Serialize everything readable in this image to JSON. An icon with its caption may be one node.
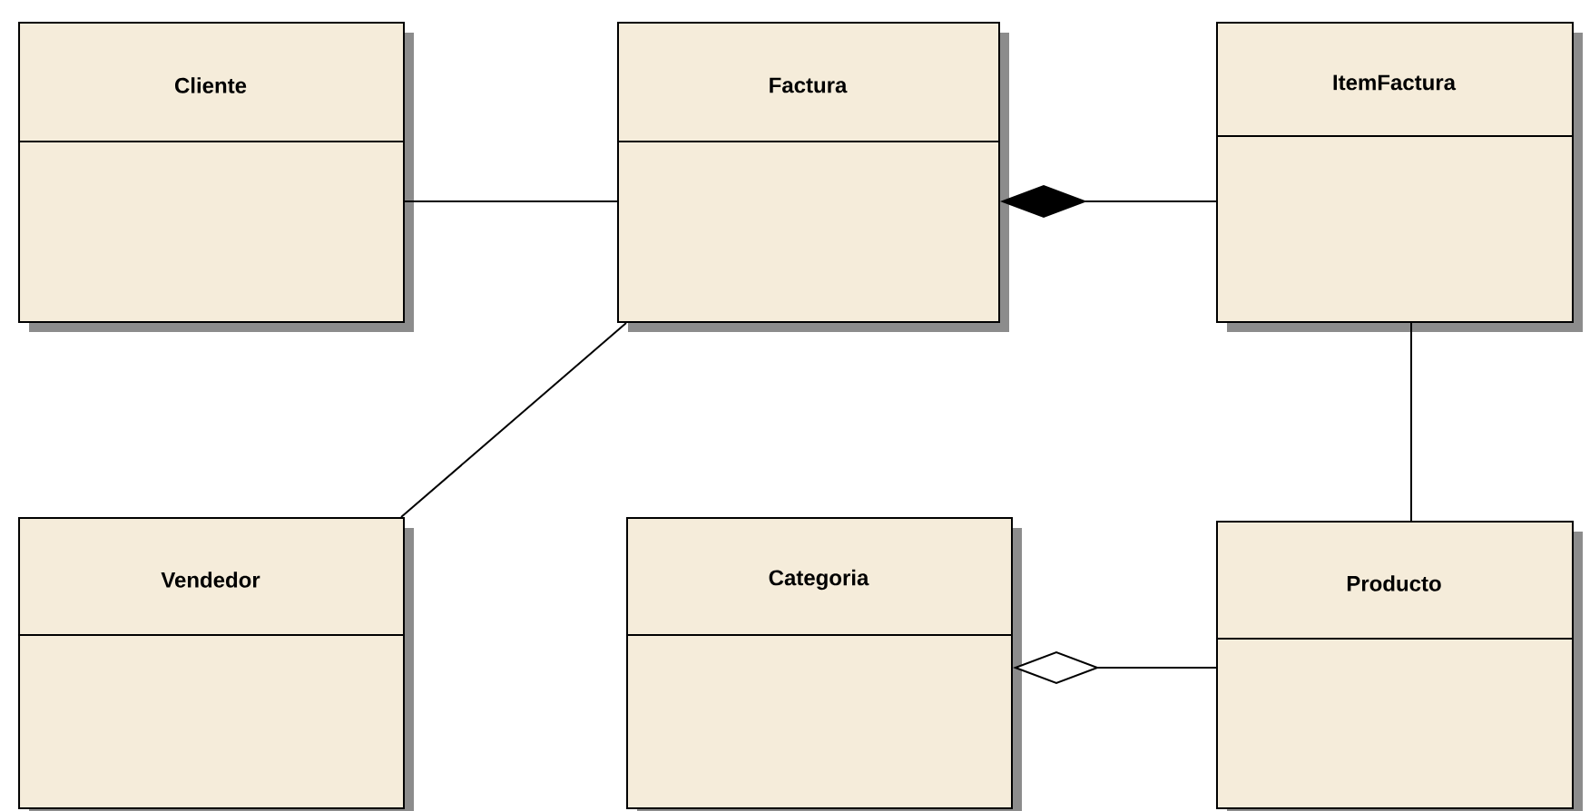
{
  "diagram": {
    "nodes": [
      {
        "text": [
          "Cliente"
        ]
      },
      {
        "text": [
          "Factura"
        ]
      },
      {
        "text": [
          "ItemFactura"
        ]
      },
      {
        "text": [
          "Vendedor"
        ]
      },
      {
        "text": [
          "Categoria"
        ]
      },
      {
        "text": [
          "Producto"
        ]
      }
    ],
    "edges": [
      {
        "from": 0,
        "to": 1,
        "arrow": "none"
      },
      {
        "from": 2,
        "to": 1,
        "arrow": "other"
      },
      {
        "from": 1,
        "to": 3,
        "arrow": "none"
      },
      {
        "from": 2,
        "to": 5,
        "arrow": "none"
      },
      {
        "from": 5,
        "to": 4,
        "arrow": "other"
      }
    ]
  }
}
